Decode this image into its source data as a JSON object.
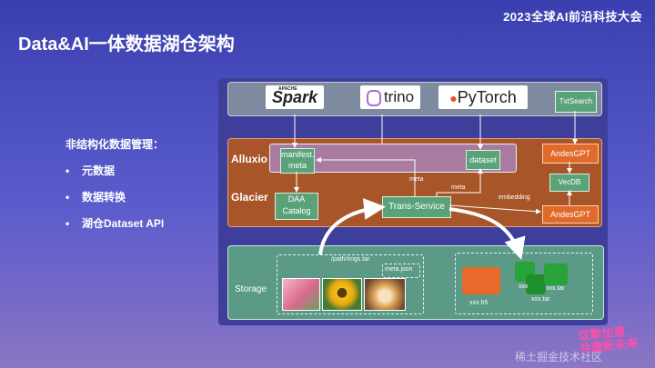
{
  "conference": "2023全球AI前沿科技大会",
  "title": "Data&AI一体数据湖仓架构",
  "left": {
    "heading": "非结构化数据管理：",
    "bullets": [
      "元数据",
      "数据转换",
      "湖仓Dataset API"
    ]
  },
  "toolbar": {
    "spark_small": "APACHE",
    "spark": "Spark",
    "trino": "trino",
    "pytorch": "PyTorch",
    "txtsearch": "TxtSearch"
  },
  "alluxio": {
    "label": "Alluxio",
    "manifest": "manifest.",
    "meta": "meta",
    "dataset": "dataset"
  },
  "glacier": {
    "label": "Glacier",
    "daa1": "DAA",
    "daa2": "Catalog",
    "trans": "Trans-Service",
    "meta1": "meta",
    "meta2": "meta",
    "embedding": "embedding",
    "andes_top": "AndesGPT",
    "vecdb": "VecDB",
    "andes_bottom": "AndesGPT"
  },
  "storage": {
    "label": "Storage",
    "path": "/path/imgs.tar",
    "metajson": "meta.json",
    "h5": "xxx.h5",
    "tar1": "xxx",
    "tar2": "xxx.tar",
    "tar3": "xxx.tar"
  },
  "watermark": "稀土掘金技术社区",
  "slogan": [
    "双擎加速",
    "共建新未来"
  ],
  "colors": {
    "background": "#4b4fbf",
    "orange": "#a8552a",
    "green": "#5aa37a",
    "storage": "#5a9a86"
  }
}
